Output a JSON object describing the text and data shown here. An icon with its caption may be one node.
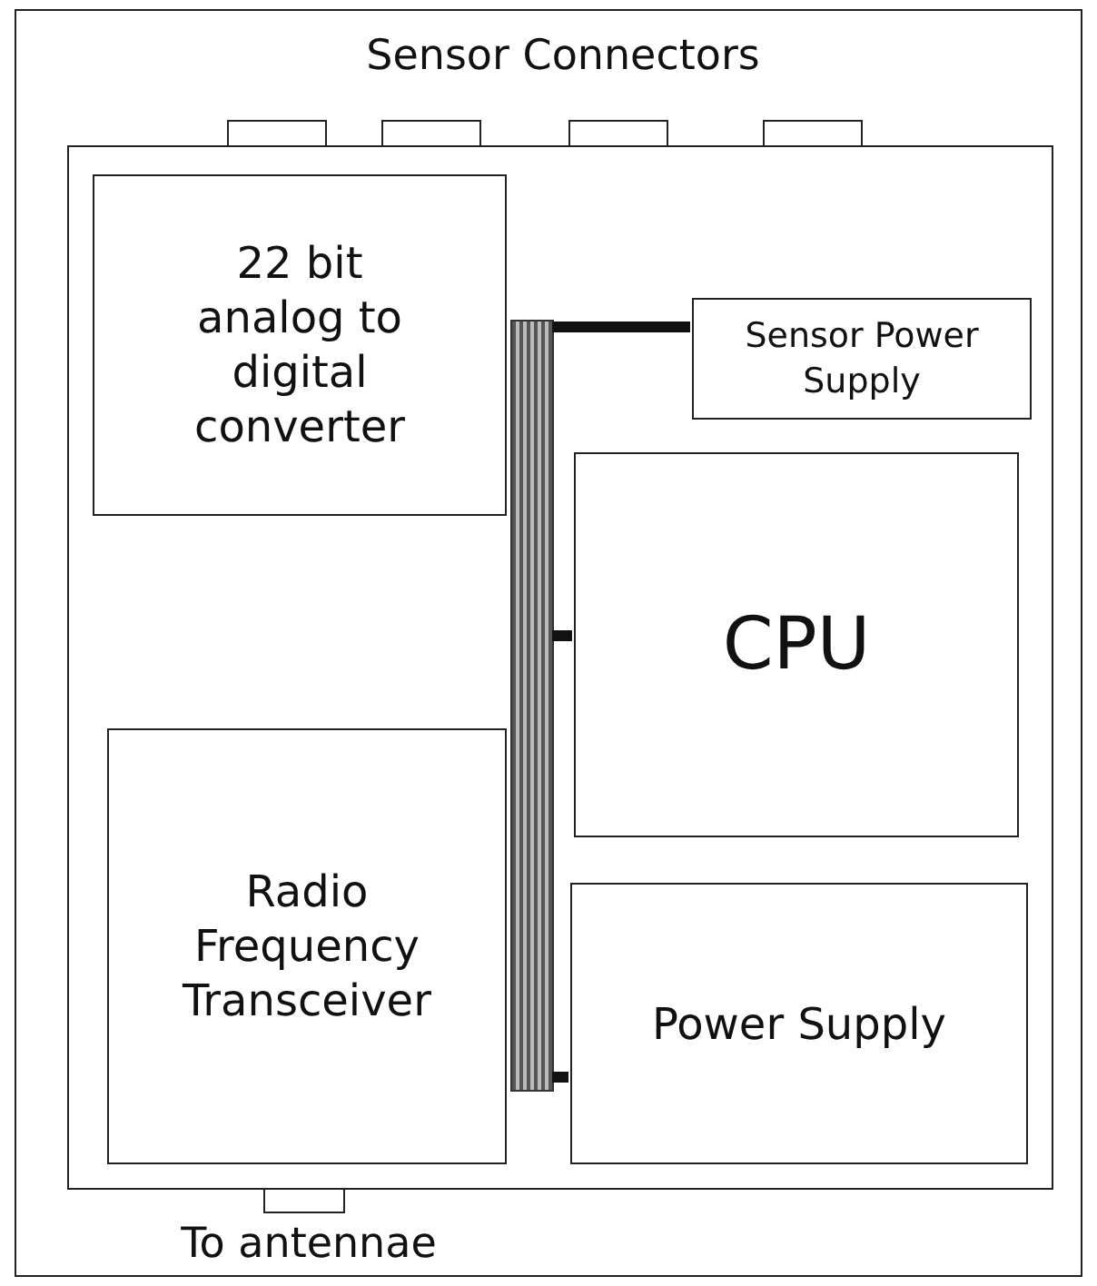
{
  "diagram": {
    "nodes": [
      {
        "text": [],
        "shape": "box"
      },
      {
        "text": [],
        "shape": "box"
      },
      {
        "text": [],
        "shape": "box"
      },
      {
        "text": [],
        "shape": "box"
      },
      {
        "text": [],
        "shape": "box"
      },
      {
        "text": [
          "22 bit analog to digital converter"
        ],
        "in": 0
      },
      {
        "text": [
          "Sensor Power Supply"
        ],
        "in": 0
      },
      {
        "text": [],
        "shape": "bar",
        "in": 0
      },
      {
        "text": [
          "CPU"
        ],
        "in": 0
      },
      {
        "text": [
          "Radio Frequency Transceiver"
        ],
        "in": 0
      },
      {
        "text": [
          "Power Supply"
        ],
        "in": 0
      },
      {
        "text": [],
        "shape": "box"
      }
    ],
    "edges": [
      {
        "from": 7,
        "to": 6,
        "arrow": "none"
      },
      {
        "from": 7,
        "to": 8,
        "arrow": "none"
      },
      {
        "from": 7,
        "to": 10,
        "arrow": "none"
      }
    ],
    "labels": [
      "Sensor Connectors",
      "To antennae"
    ]
  }
}
